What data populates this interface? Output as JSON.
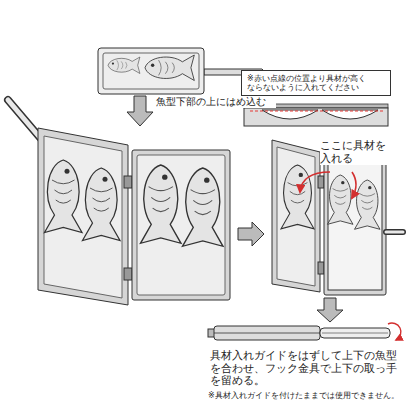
{
  "diagram": {
    "nodes": [
      {
        "text": [
          "※赤い点線の位置より具材が高く ならないように入れてください"
        ]
      }
    ],
    "labels": [
      "魚型下部の上にはめ込む",
      "ここに具材を 入れる",
      "具材入れガイドをはずして上下の魚型 を合わせ、フック金具で上下の取っ手 を留める。",
      "※具材入れガイドを付けたままでは使用できません。"
    ]
  }
}
